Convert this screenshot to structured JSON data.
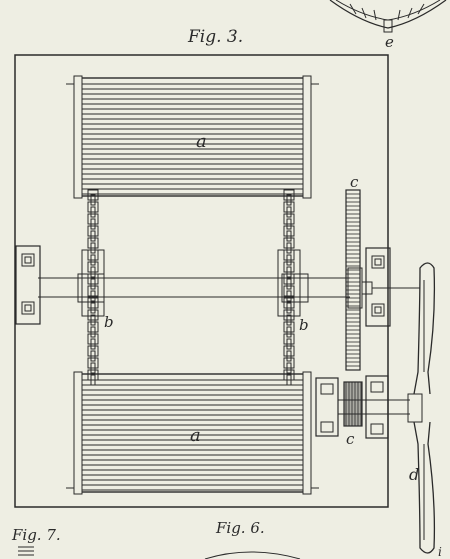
{
  "figures": {
    "top_caption": "Fig. 3.",
    "main_caption": "Fig. 6.",
    "corner_caption": "Fig. 7."
  },
  "labels": {
    "roller_upper": "a",
    "roller_lower": "a",
    "chain_left": "b",
    "chain_right": "b",
    "gear_top": "c",
    "gear_bottom": "c",
    "propeller": "d",
    "top_fig_part": "e",
    "propeller_tip": "i"
  },
  "colors": {
    "paper": "#eeeee3",
    "ink": "#2a2a2a"
  }
}
